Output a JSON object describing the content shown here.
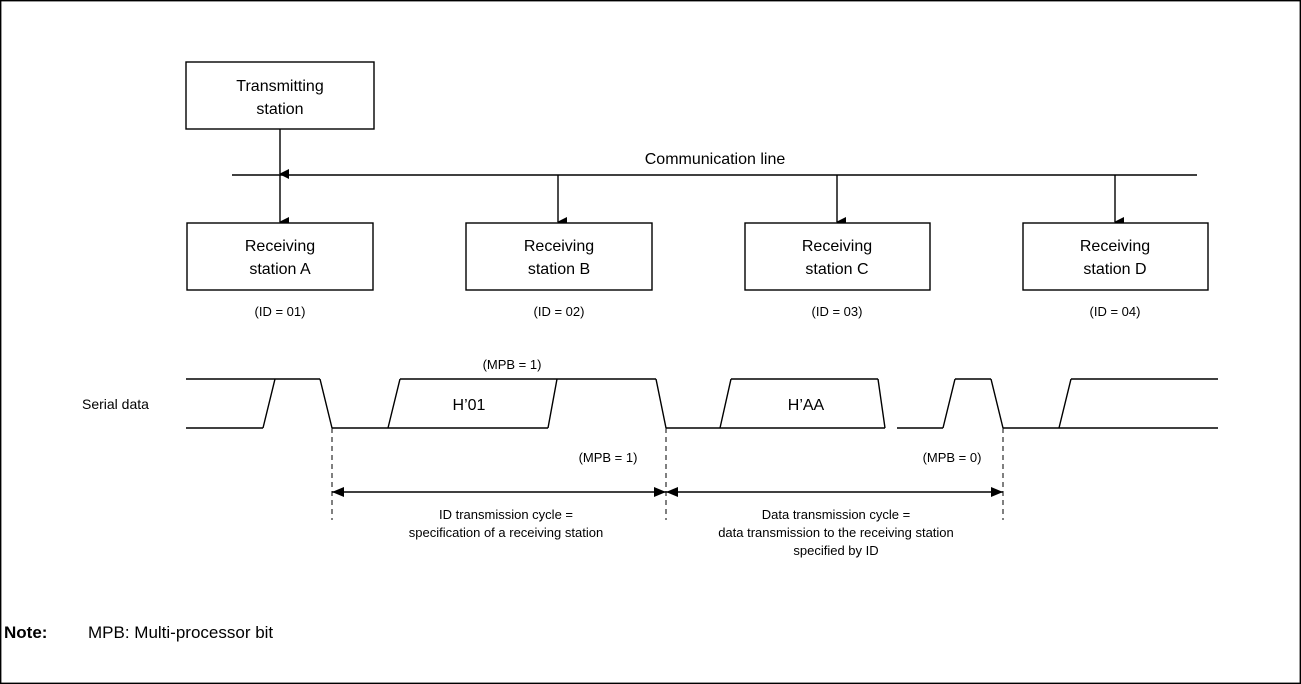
{
  "transmitter": {
    "line1": "Transmitting",
    "line2": "station"
  },
  "communication_line": "Communication line",
  "receivers": [
    {
      "line1": "Receiving",
      "line2": "station A",
      "id": "(ID = 01)"
    },
    {
      "line1": "Receiving",
      "line2": "station B",
      "id": "(ID = 02)"
    },
    {
      "line1": "Receiving",
      "line2": "station C",
      "id": "(ID = 03)"
    },
    {
      "line1": "Receiving",
      "line2": "station D",
      "id": "(ID = 04)"
    }
  ],
  "serial": {
    "label": "Serial data",
    "mpb_top": "(MPB = 1)",
    "frame1_value": "H’01",
    "frame2_value": "H’AA",
    "mpb_mid": "(MPB = 1)",
    "mpb_right": "(MPB = 0)"
  },
  "cycles": {
    "id_line1": "ID transmission cycle =",
    "id_line2": "specification of a receiving station",
    "data_line1": "Data transmission cycle =",
    "data_line2": "data transmission to the receiving station",
    "data_line3": "specified by ID"
  },
  "note": {
    "label": "Note:",
    "text": "MPB: Multi-processor bit"
  }
}
